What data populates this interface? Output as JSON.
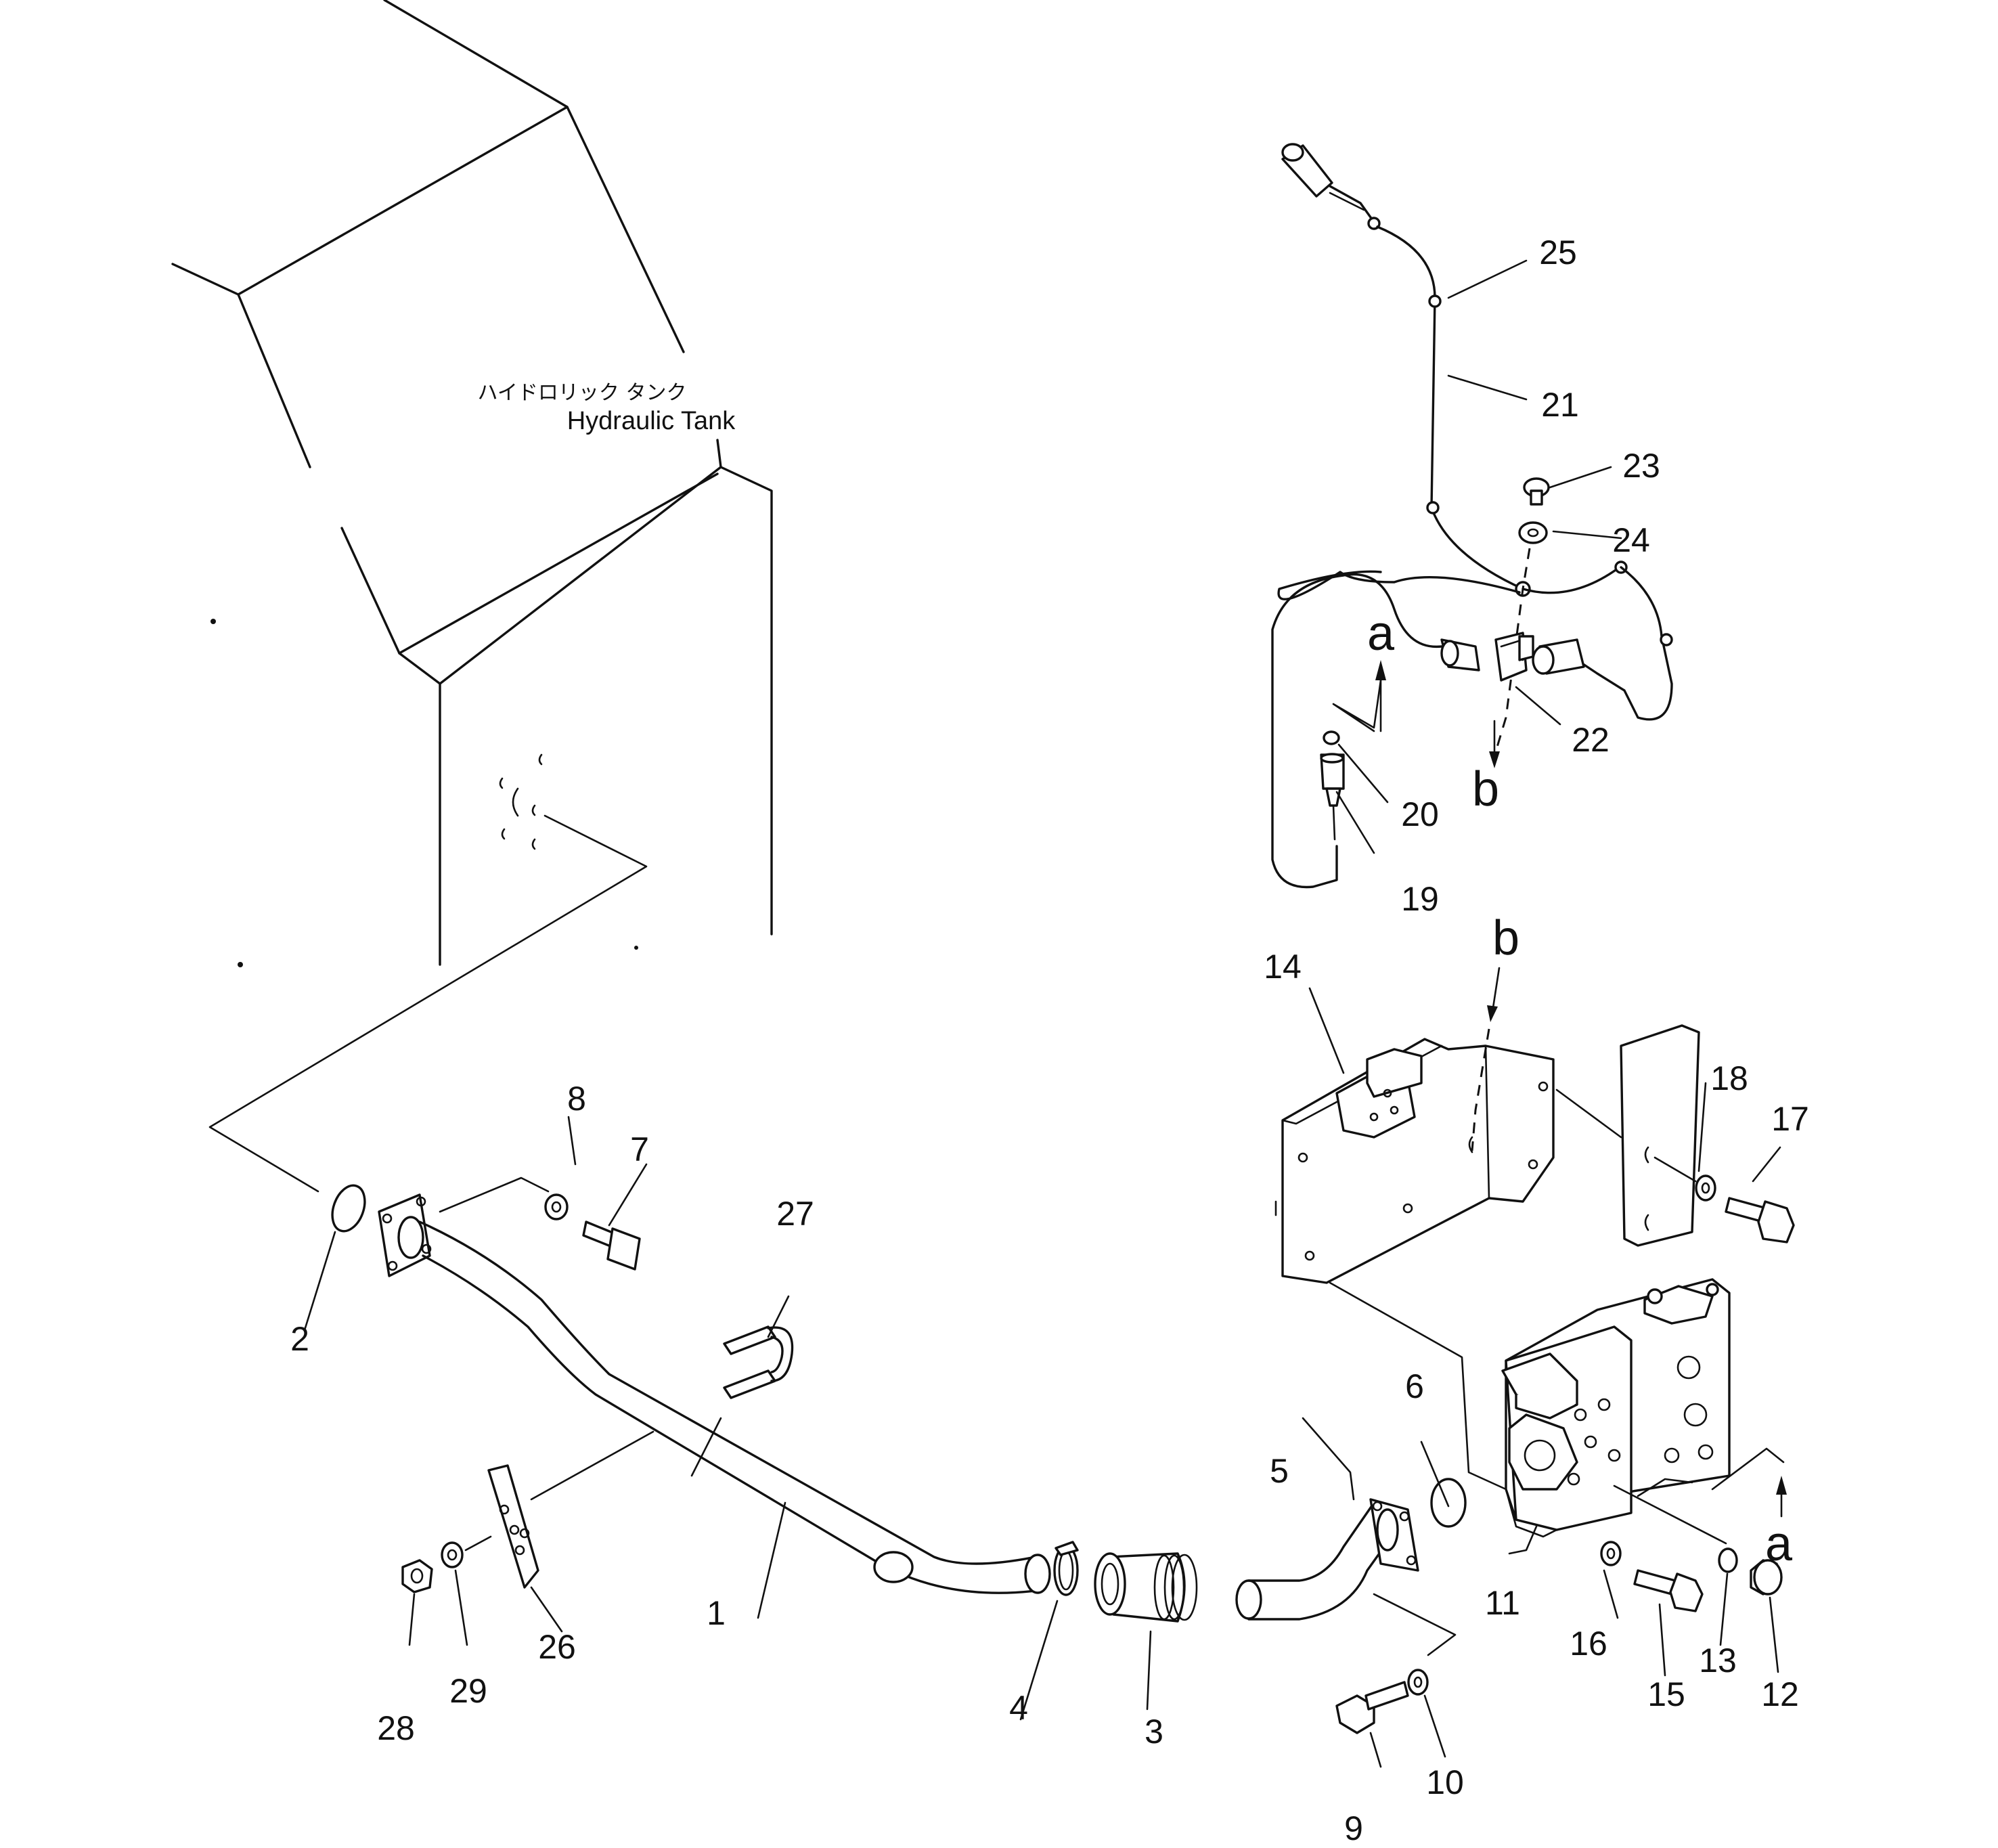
{
  "tank_label": {
    "japanese": "ハイドロリック タンク",
    "english": "Hydraulic Tank"
  },
  "part_numbers": {
    "p1": "1",
    "p2": "2",
    "p3": "3",
    "p4": "4",
    "p5": "5",
    "p6": "6",
    "p7": "7",
    "p8": "8",
    "p9": "9",
    "p10": "10",
    "p11": "11",
    "p12": "12",
    "p13": "13",
    "p14": "14",
    "p15": "15",
    "p16": "16",
    "p17": "17",
    "p18": "18",
    "p19": "19",
    "p20": "20",
    "p21": "21",
    "p22": "22",
    "p23": "23",
    "p24": "24",
    "p25": "25",
    "p26": "26",
    "p27": "27",
    "p28": "28",
    "p29": "29"
  },
  "reference_letters": {
    "a": "a",
    "b": "b"
  }
}
